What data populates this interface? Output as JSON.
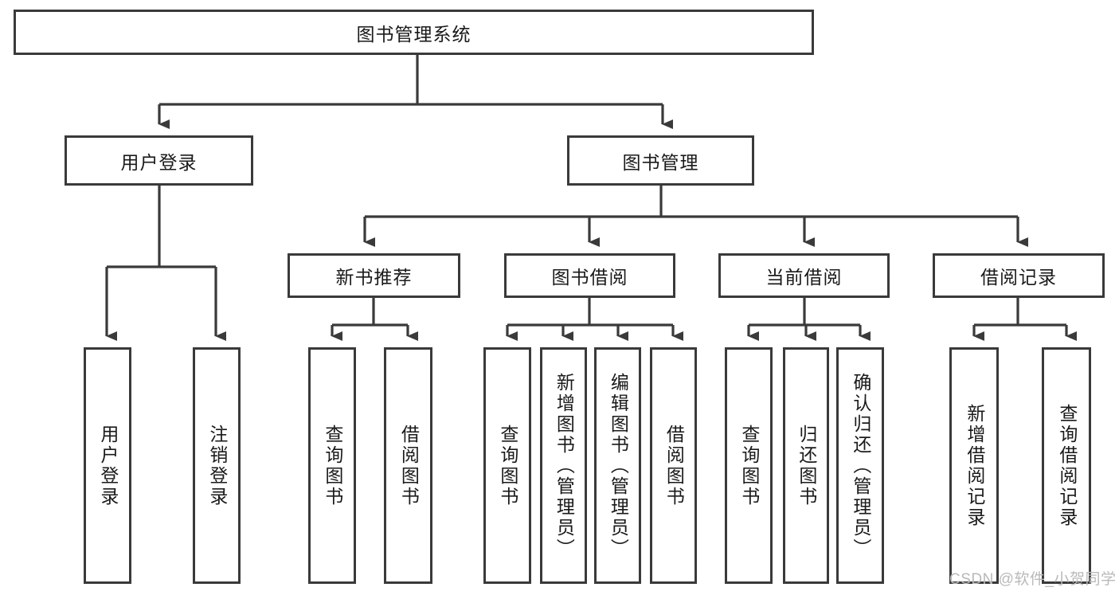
{
  "diagram": {
    "title": "图书管理系统",
    "type": "tree-hierarchy-diagram",
    "root": {
      "label": "图书管理系统"
    },
    "level2": [
      {
        "id": "login",
        "label": "用户登录"
      },
      {
        "id": "bookmgr",
        "label": "图书管理"
      }
    ],
    "level3": [
      {
        "id": "newrec",
        "label": "新书推荐",
        "parent": "bookmgr"
      },
      {
        "id": "borrow",
        "label": "图书借阅",
        "parent": "bookmgr"
      },
      {
        "id": "current",
        "label": "当前借阅",
        "parent": "bookmgr"
      },
      {
        "id": "history",
        "label": "借阅记录",
        "parent": "bookmgr"
      }
    ],
    "leaves": [
      {
        "id": "l1",
        "label": "用户登录",
        "parent": "login"
      },
      {
        "id": "l2",
        "label": "注销登录",
        "parent": "login"
      },
      {
        "id": "l3",
        "label": "查询图书",
        "parent": "newrec"
      },
      {
        "id": "l4",
        "label": "借阅图书",
        "parent": "newrec"
      },
      {
        "id": "l5",
        "label": "查询图书",
        "parent": "borrow"
      },
      {
        "id": "l6",
        "label": "新增图书（管理员）",
        "parent": "borrow"
      },
      {
        "id": "l7",
        "label": "编辑图书（管理员）",
        "parent": "borrow"
      },
      {
        "id": "l8",
        "label": "借阅图书",
        "parent": "borrow"
      },
      {
        "id": "l9",
        "label": "查询图书",
        "parent": "current"
      },
      {
        "id": "l10",
        "label": "归还图书",
        "parent": "current"
      },
      {
        "id": "l11",
        "label": "确认归还（管理员）",
        "parent": "current"
      },
      {
        "id": "l12",
        "label": "新增借阅记录",
        "parent": "history"
      },
      {
        "id": "l13",
        "label": "查询借阅记录",
        "parent": "history"
      }
    ],
    "colors": {
      "box_border": "#3a3a3a",
      "box_fill": "#ffffff",
      "connector": "#3a3a3a",
      "text": "#1a1a1a",
      "watermark": "#b9b9b9"
    }
  },
  "watermark": {
    "text": "CSDN @软件_小贺同学"
  }
}
